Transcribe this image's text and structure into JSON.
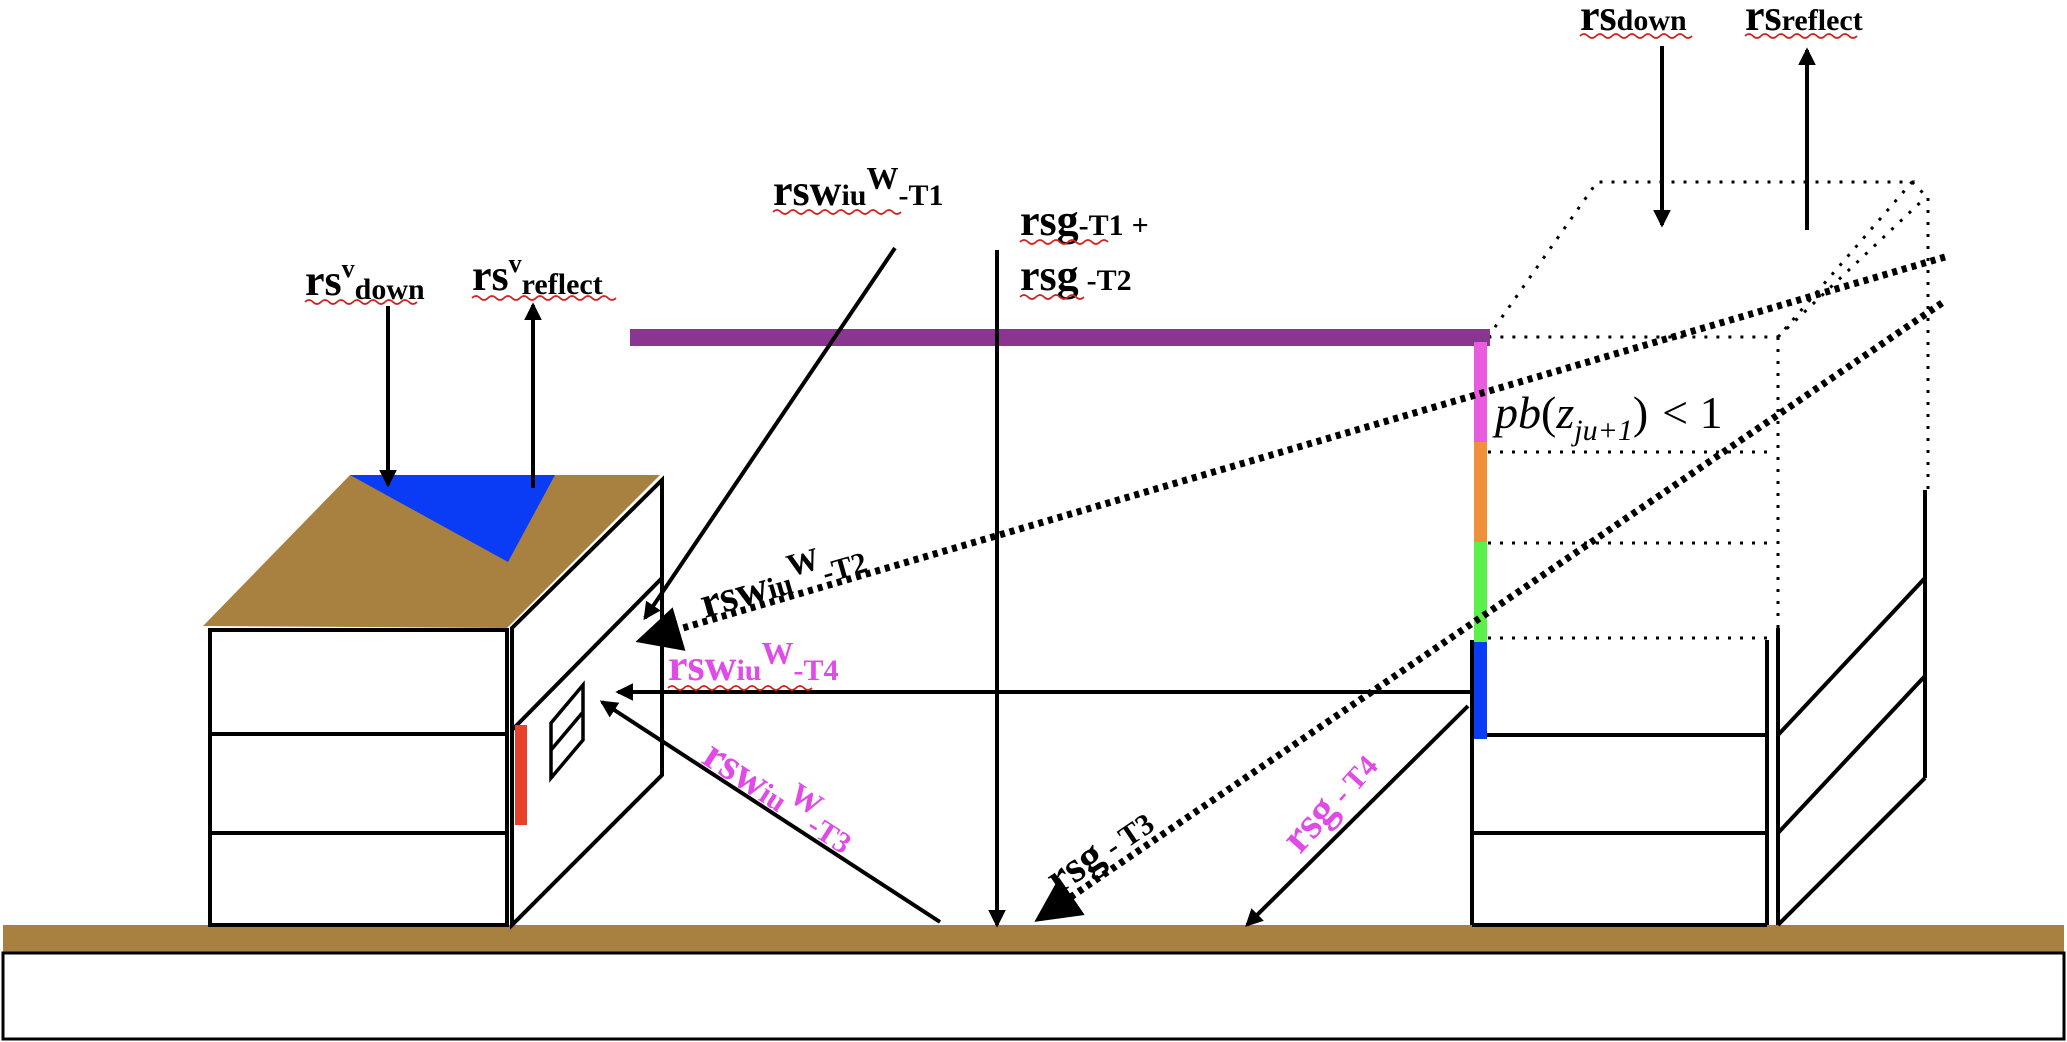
{
  "colors": {
    "ground": "#a8803f",
    "roof": "#a8803f",
    "roof_patch": "#0a3cf5",
    "overhang_bar": "#8a3590",
    "window_strip": "#e8412b",
    "label_black": "#000000",
    "label_magenta": "#e04be8",
    "segment_1": "#e95ce0",
    "segment_2": "#f0903a",
    "segment_3": "#5cf04a",
    "segment_4": "#0a3cf5",
    "underline_wavy": "#d22020"
  },
  "labels": {
    "rs_down": {
      "base": "rs",
      "sub": "down"
    },
    "rs_reflect": {
      "base": "rs",
      "sub": "reflect"
    },
    "rsv_down": {
      "base": "rs",
      "sup": "v",
      "sub": "down"
    },
    "rsv_reflect": {
      "base": "rs",
      "sup": "v",
      "sub": "reflect"
    },
    "rsw_t1": {
      "base": "rsw",
      "sub": "iu",
      "sup": "W",
      "suffix": "-T1"
    },
    "rsw_t2": {
      "base": "rsw",
      "sub": "iu",
      "sup": "W",
      "suffix": "-T2"
    },
    "rsw_t3": {
      "base": "rsw",
      "sub": "iu",
      "sup": "W",
      "suffix": "-T3"
    },
    "rsw_t4": {
      "base": "rsw",
      "sub": "iu",
      "sup": "W",
      "suffix": "-T4"
    },
    "rsg_t1t2": {
      "line1_base": "rsg",
      "line1_suffix": "-T1",
      "line1_plus": "+",
      "line2_base": "rsg",
      "line2_suffix": "-T2"
    },
    "rsg_t3": {
      "base": "rsg",
      "suffix": "- T3"
    },
    "rsg_t4": {
      "base": "rsg",
      "suffix": "- T4"
    },
    "probability": {
      "fn": "pb",
      "open": "(",
      "var": "z",
      "sub": "ju+1",
      "close": ")",
      "relation": "< 1"
    }
  },
  "icons": [
    "arrow-down-icon",
    "arrow-up-icon",
    "window-icon"
  ]
}
